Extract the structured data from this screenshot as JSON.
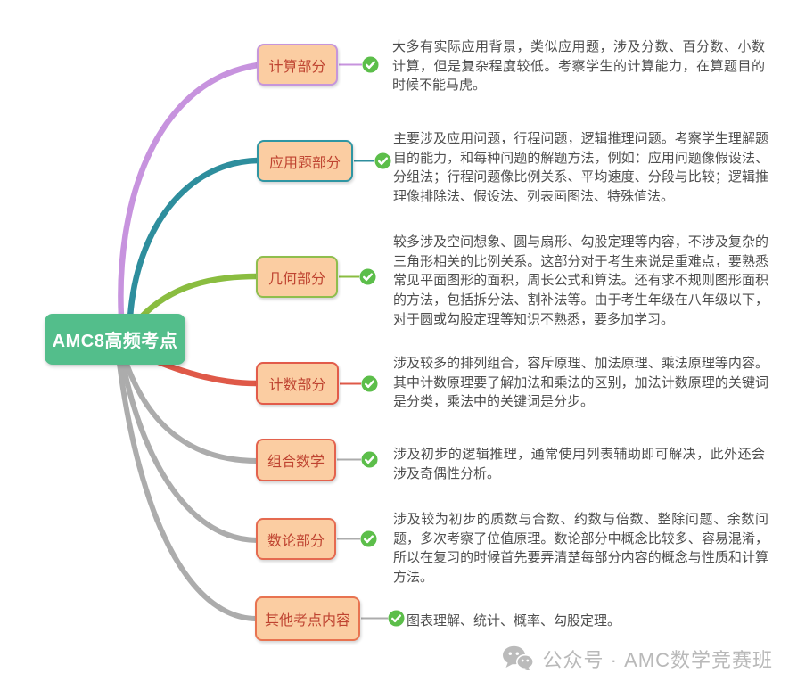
{
  "root": {
    "label": "AMC8高频考点",
    "fill": "#53be8b",
    "text_color": "#ffffff"
  },
  "branches": [
    {
      "label": "计算部分",
      "desc": "大多有实际应用背景，类似应用题，涉及分数、百分数、小数计算，但是复杂程度较低。考察学生的计算能力，在算题目的时候不能马虎。",
      "color": "#c793de",
      "border": "#c696db"
    },
    {
      "label": "应用题部分",
      "desc": "主要涉及应用问题，行程问题，逻辑推理问题。考察学生理解题目的能力，和每种问题的解题方法，例如：应用问题像假设法、分组法；行程问题像比例关系、平均速度、分段与比较；逻辑推理像排除法、假设法、列表画图法、特殊值法。",
      "color": "#2e8e9d",
      "border": "#2f96a3"
    },
    {
      "label": "几何部分",
      "desc": "较多涉及空间想象、圆与扇形、勾股定理等内容，不涉及复杂的三角形相关的比例关系。这部分对于考生来说是重难点，要熟悉常见平面图形的面积，周长公式和算法。还有求不规则图形面积的方法，包括拆分法、割补法等。由于考生年级在八年级以下，对于圆或勾股定理等知识不熟悉，要多加学习。",
      "color": "#8abd40",
      "border": "#8fbe4d"
    },
    {
      "label": "计数部分",
      "desc": "涉及较多的排列组合，容斥原理、加法原理、乘法原理等内容。其中计数原理要了解加法和乘法的区别，加法计数原理的关键词是分类，乘法中的关键词是分步。",
      "color": "#df5948",
      "border": "#e25b4a"
    },
    {
      "label": "组合数学",
      "desc": "涉及初步的逻辑推理，通常使用列表辅助即可解决，此外还会涉及奇偶性分析。",
      "color": "#acacac",
      "border": "#e3624d"
    },
    {
      "label": "数论部分",
      "desc": "涉及较为初步的质数与合数、约数与倍数、整除问题、余数问题，多次考察了位值原理。数论部分中概念比较多、容易混淆，所以在复习的时候首先要弄清楚每部分内容的概念与性质和计算方法。",
      "color": "#acacac",
      "border": "#e56a50"
    },
    {
      "label": "其他考点内容",
      "desc": "图表理解、统计、概率、勾股定理。",
      "color": "#acacac",
      "border": "#e87350"
    }
  ],
  "icons": {
    "check": {
      "name": "check-icon",
      "color": "#5cbe4a"
    },
    "wechat": {
      "name": "wechat-icon",
      "color": "#bbbbbb"
    }
  },
  "footer": {
    "label": "公众号 · AMC数学竞赛班",
    "text_color": "#b9b9b9"
  },
  "style_colors": {
    "topic_fill": "#fbcda2",
    "topic_text": "#bf4431",
    "desc_text": "#4e4e4e",
    "background": "#ffffff"
  }
}
